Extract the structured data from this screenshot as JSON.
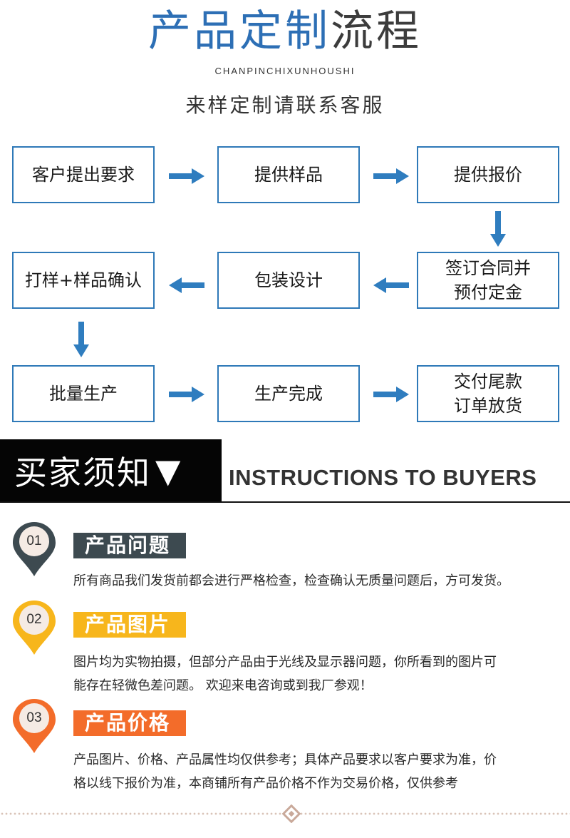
{
  "header": {
    "title_part1": "产品定制",
    "title_part2": "流程",
    "pinyin": "CHANPINCHIXUNHOUSHI",
    "subtitle": "来样定制请联系客服"
  },
  "flow": {
    "row1": [
      "客户提出要求",
      "提供样品",
      "提供报价"
    ],
    "row2": [
      "打样+样品确认",
      "包装设计",
      [
        "签订合同并",
        "预付定金"
      ]
    ],
    "row3": [
      "批量生产",
      "生产完成",
      [
        "交付尾款",
        "订单放货"
      ]
    ]
  },
  "banner": {
    "cn": "买家须知",
    "triangle": "▼",
    "en": "INSTRUCTIONS TO BUYERS"
  },
  "notes": [
    {
      "num": "01",
      "color": "#3d4a50",
      "title": "产品问题",
      "lines": [
        "所有商品我们发货前都会进行严格检查，检查确认无质量问题后，方可发货。"
      ]
    },
    {
      "num": "02",
      "color": "#f7b61c",
      "title": "产品图片",
      "lines": [
        "图片均为实物拍摄，但部分产品由于光线及显示器问题，你所看到的图片可",
        "能存在轻微色差问题。 欢迎来电咨询或到我厂参观！"
      ]
    },
    {
      "num": "03",
      "color": "#f36c2a",
      "title": "产品价格",
      "lines": [
        "产品图片、价格、产品属性均仅供参考；具体产品要求以客户要求为准，价",
        "格以线下报价为准，本商铺所有产品价格不作为交易价格，仅供参考"
      ]
    }
  ],
  "colors": {
    "title_blue": "#2d6fb5",
    "box_border": "#2e79b8",
    "arrow_blue": "#2f7dbf"
  },
  "icons": {
    "right_arrow": "arrow-right-icon",
    "left_arrow": "arrow-left-icon",
    "down_arrow": "arrow-down-icon",
    "pin": "map-pin-icon",
    "footer": "diamond-icon"
  }
}
